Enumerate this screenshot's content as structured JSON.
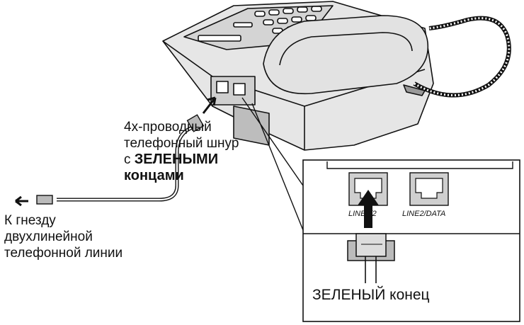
{
  "labels": {
    "cord_line1": "4х-проводный",
    "cord_line2": "телефонный шнур",
    "cord_line3_prefix": "с ",
    "cord_line3_emph": "ЗЕЛЕНЫМИ",
    "cord_line4_emph": "концами",
    "socket_line1": "К гнезду",
    "socket_line2": "двухлинейной",
    "socket_line3": "телефонной линии",
    "green_end": "ЗЕЛЕНЫЙ конец",
    "jack1": "LINE1/2",
    "jack2": "LINE2/DATA"
  }
}
